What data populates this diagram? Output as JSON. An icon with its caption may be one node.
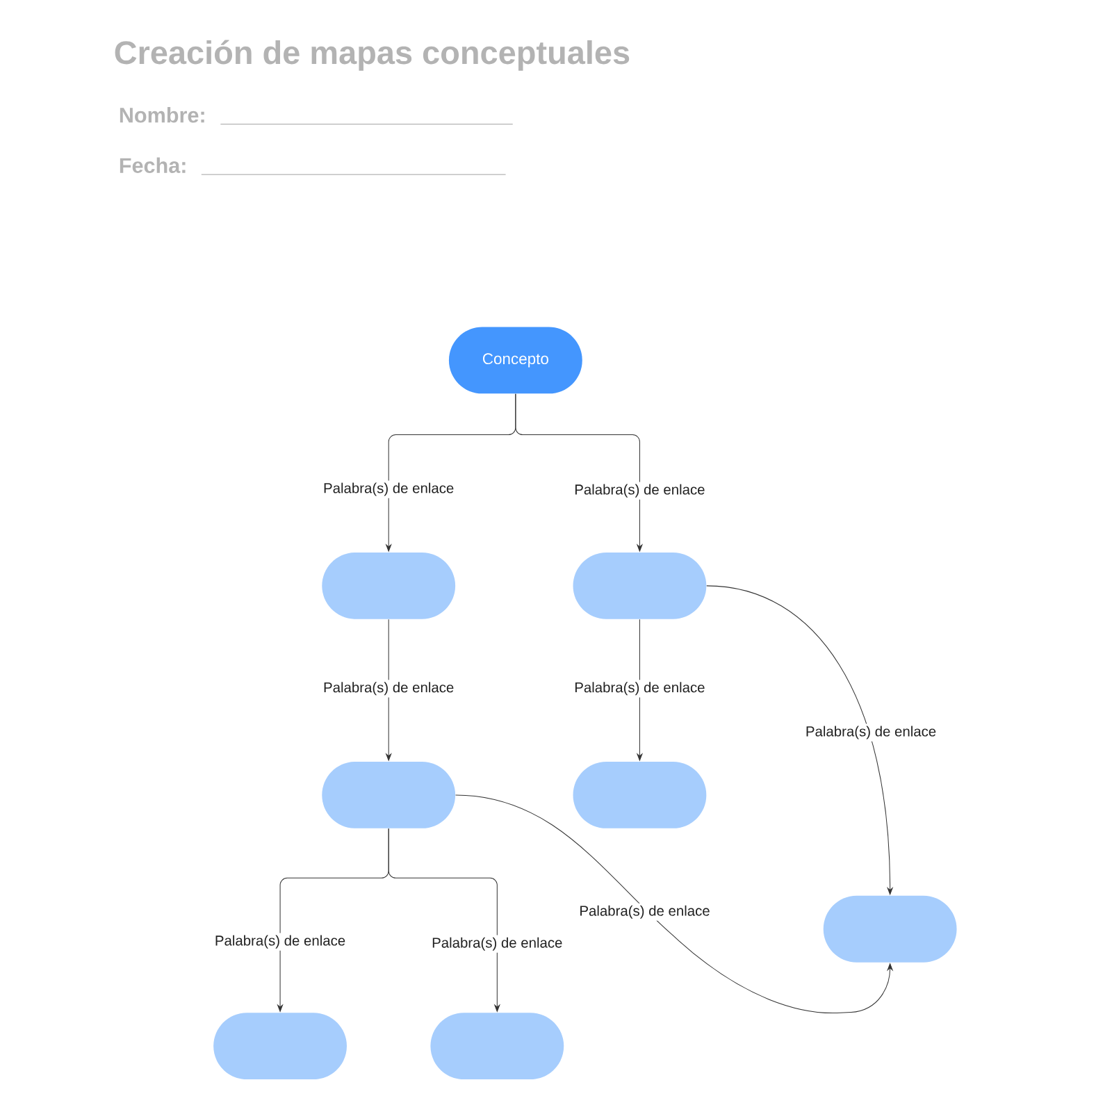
{
  "diagram": {
    "title": "Creación de mapas conceptuales",
    "nodes": [
      {
        "text": [
          "Concepto"
        ]
      },
      {
        "text": [],
        "shape": "box"
      },
      {
        "text": [],
        "shape": "box"
      },
      {
        "text": [],
        "shape": "box"
      },
      {
        "text": [],
        "shape": "box"
      },
      {
        "text": [],
        "shape": "box"
      },
      {
        "text": [],
        "shape": "box"
      },
      {
        "text": [],
        "shape": "box"
      }
    ],
    "edges": [
      {
        "from": 0,
        "to": 1,
        "arrow": "to",
        "label": "Palabra(s) de enlace"
      },
      {
        "from": 0,
        "to": 2,
        "arrow": "to",
        "label": "Palabra(s) de enlace"
      },
      {
        "from": 1,
        "to": 3,
        "arrow": "to",
        "label": "Palabra(s) de enlace"
      },
      {
        "from": 2,
        "to": 4,
        "arrow": "to",
        "label": "Palabra(s) de enlace"
      },
      {
        "from": 2,
        "to": 5,
        "arrow": "to",
        "label": "Palabra(s) de enlace"
      },
      {
        "from": 3,
        "to": 5,
        "arrow": "to",
        "label": "Palabra(s) de enlace"
      },
      {
        "from": 3,
        "to": 6,
        "arrow": "to",
        "label": "Palabra(s) de enlace"
      },
      {
        "from": 3,
        "to": 7,
        "arrow": "to",
        "label": "Palabra(s) de enlace"
      }
    ],
    "labels": [
      "Nombre:",
      "Fecha:"
    ]
  }
}
